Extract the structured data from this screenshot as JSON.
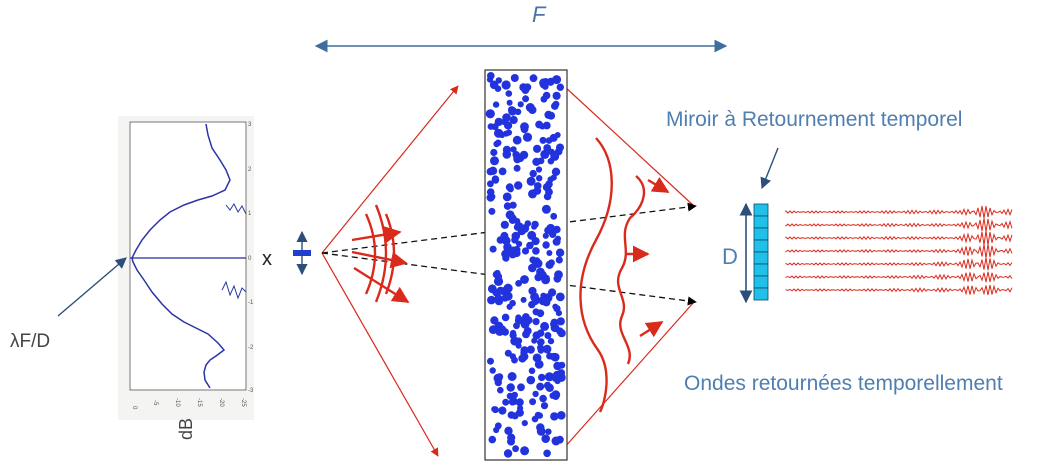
{
  "labels": {
    "F": "F",
    "mirror": "Miroir à Retournement temporel",
    "ondes": "Ondes retournées temporellement",
    "D": "D",
    "x": "x",
    "lambda": "λF/D",
    "dB": "dB"
  },
  "colors": {
    "accent_blue": "#4f7fb0",
    "ray_red": "#d92a1c",
    "scatterer_blue": "#2233dd",
    "mirror_cyan": "#20c0e8"
  },
  "plot": {
    "y_ticks": [
      "3",
      "2",
      "1",
      "0",
      "-1",
      "-2",
      "-3"
    ],
    "x_ticks": [
      "0",
      "-5",
      "-10",
      "-15",
      "-20",
      "-25"
    ]
  }
}
